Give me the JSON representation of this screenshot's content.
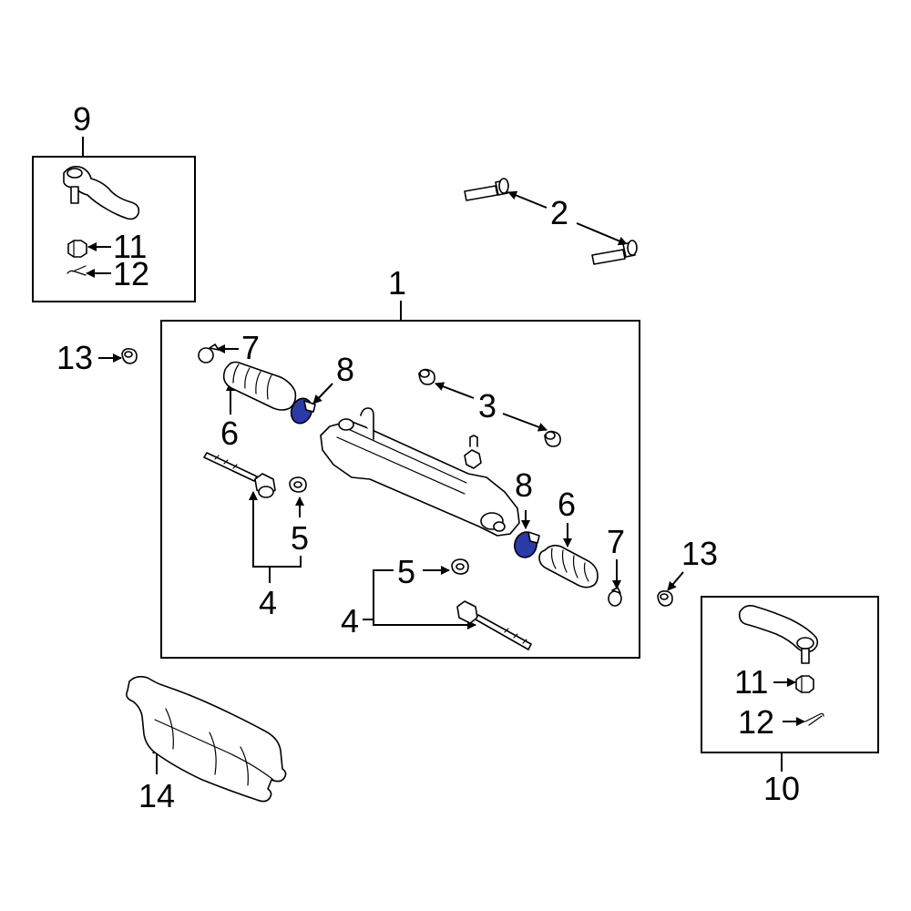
{
  "diagram": {
    "callouts": {
      "c1": "1",
      "c2": "2",
      "c3": "3",
      "c4_upper": "4",
      "c4_lower": "4",
      "c5_upper": "5",
      "c5_lower": "5",
      "c6_left": "6",
      "c6_right": "6",
      "c7_left": "7",
      "c7_right": "7",
      "c8_left": "8",
      "c8_right": "8",
      "c9": "9",
      "c10": "10",
      "c11_left": "11",
      "c11_right": "11",
      "c12_left": "12",
      "c12_right": "12",
      "c13_left": "13",
      "c13_right": "13",
      "c14": "14"
    },
    "colors": {
      "highlight": "#2c39a8",
      "line": "#000000"
    }
  }
}
